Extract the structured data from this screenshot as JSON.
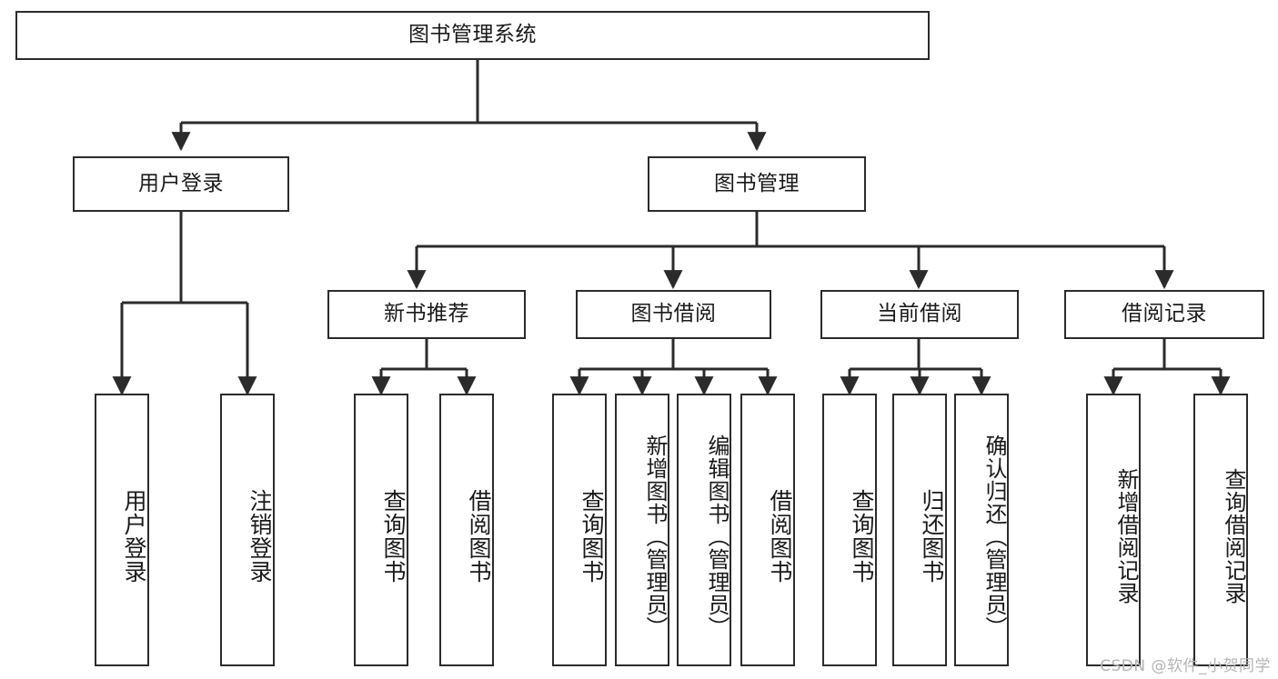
{
  "diagram": {
    "title": "图书管理系统",
    "watermark": "CSDN @软件_小贺同学",
    "line_color": "#2b2b2b",
    "box_fill": "#ffffff",
    "text_color": "#1a1a1a",
    "watermark_color": "#b4b4b4",
    "root": {
      "label": "图书管理系统"
    },
    "level2": [
      {
        "label": "用户登录"
      },
      {
        "label": "图书管理"
      }
    ],
    "level3": [
      {
        "label": "新书推荐"
      },
      {
        "label": "图书借阅"
      },
      {
        "label": "当前借阅"
      },
      {
        "label": "借阅记录"
      }
    ],
    "leaves": {
      "user_login": [
        {
          "label": "用户登录"
        },
        {
          "label": "注销登录"
        }
      ],
      "new_book_recommend": [
        {
          "label": "查询图书"
        },
        {
          "label": "借阅图书"
        }
      ],
      "book_borrow": [
        {
          "label": "查询图书"
        },
        {
          "label": "新增图书（管理员）"
        },
        {
          "label": "编辑图书（管理员）"
        },
        {
          "label": "借阅图书"
        }
      ],
      "current_borrow": [
        {
          "label": "查询图书"
        },
        {
          "label": "归还图书"
        },
        {
          "label": "确认归还（管理员）"
        }
      ],
      "borrow_record": [
        {
          "label": "新增借阅记录"
        },
        {
          "label": "查询借阅记录"
        }
      ]
    }
  }
}
